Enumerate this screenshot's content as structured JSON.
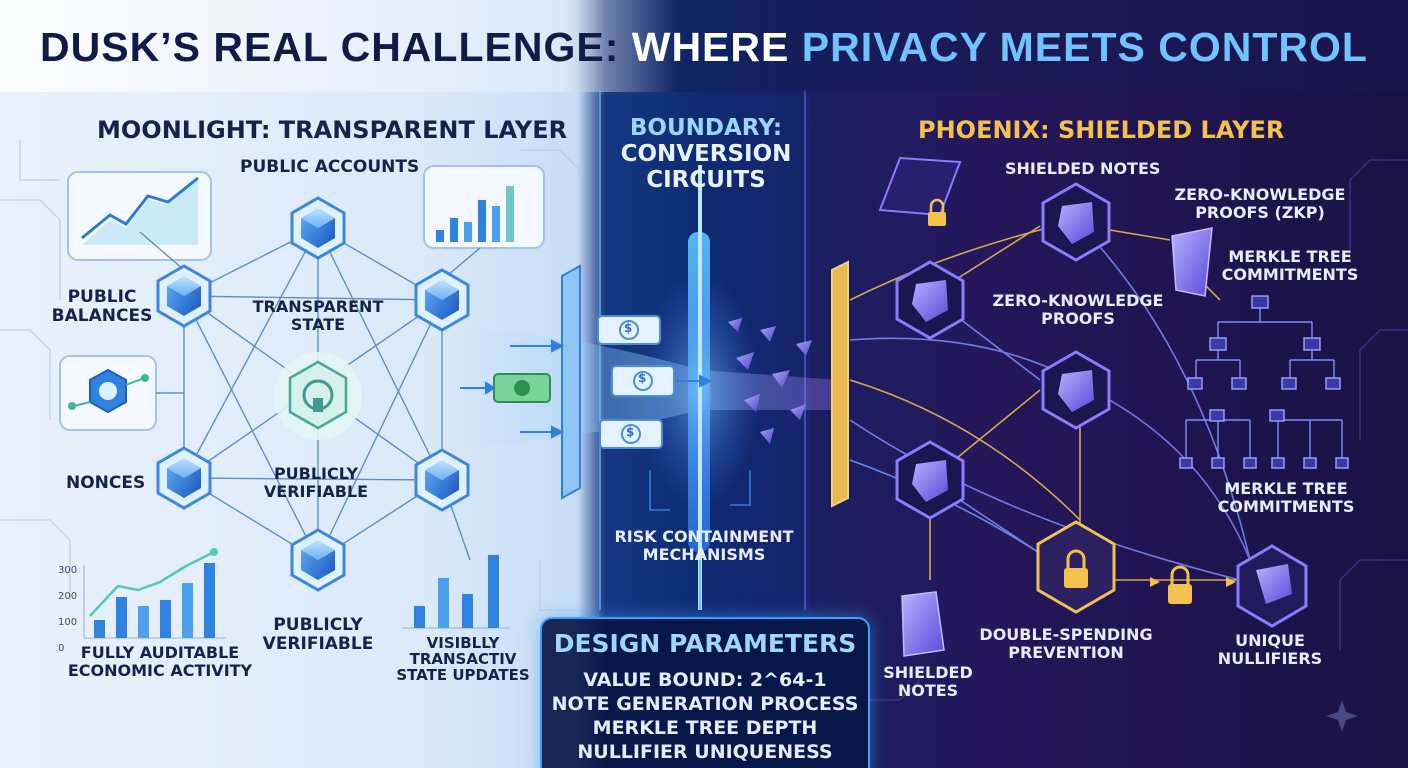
{
  "title": {
    "part_a": "DUSK’S REAL CHALLENGE: ",
    "part_b": "WHERE ",
    "part_c": "PRIVACY MEETS CONTROL"
  },
  "moonlight": {
    "heading": "MOONLIGHT: TRANSPARENT LAYER",
    "public_accounts": "PUBLIC ACCOUNTS",
    "public_balances_1": "PUBLIC",
    "public_balances_2": "BALANCES",
    "transparent_state_1": "TRANSPARENT",
    "transparent_state_2": "STATE",
    "nonces": "NONCES",
    "publicly_verifiable_inner_1": "PUBLICLY",
    "publicly_verifiable_inner_2": "VERIFIABLE",
    "publicly_verifiable_bottom_1": "PUBLICLY",
    "publicly_verifiable_bottom_2": "VERIFIABLE",
    "auditable_1": "FULLY AUDITABLE",
    "auditable_2": "ECONOMIC ACTIVITY",
    "visibly_1": "VISIBLLY",
    "visibly_2": "TRANSACTIV",
    "visibly_3": "STATE UPDATES",
    "chart_ticks": [
      "300",
      "200",
      "100",
      "0"
    ]
  },
  "boundary": {
    "heading_1": "BOUNDARY:",
    "heading_2": "CONVERSION",
    "heading_3": "CIRCUITS",
    "risk_1": "RISK CONTAINMENT",
    "risk_2": "MECHANISMS",
    "currency_symbol": "$"
  },
  "phoenix": {
    "heading": "PHOENIX: SHIELDED LAYER",
    "shielded_notes_top": "SHIELDED NOTES",
    "zkp_1": "ZERO-KNOWLEDGE",
    "zkp_2": "PROOFS (ZKP)",
    "merkle_top_1": "MERKLE TREE",
    "merkle_top_2": "COMMITMENTS",
    "zk_mid_1": "ZERO-KNOWLEDGE",
    "zk_mid_2": "PROOFS",
    "merkle_bottom_1": "MERKLE TREE",
    "merkle_bottom_2": "COMMITMENTS",
    "shielded_notes_bottom_1": "SHIELDED",
    "shielded_notes_bottom_2": "NOTES",
    "double_spend_1": "DOUBLE-SPENDING",
    "double_spend_2": "PREVENTION",
    "nullifiers_1": "UNIQUE",
    "nullifiers_2": "NULLIFIERS"
  },
  "design": {
    "title": "DESIGN PARAMETERS",
    "lines": [
      "VALUE BOUND: 2^64-1",
      "NOTE GENERATION PROCESS",
      "MERKLE TREE DEPTH",
      "NULLIFIER UNIQUENESS"
    ]
  },
  "colors": {
    "light_accent": "#3b8fe0",
    "boundary_accent": "#3ea0ff",
    "phoenix_accent": "#f2c14e",
    "phoenix_line": "#7f8cff"
  }
}
